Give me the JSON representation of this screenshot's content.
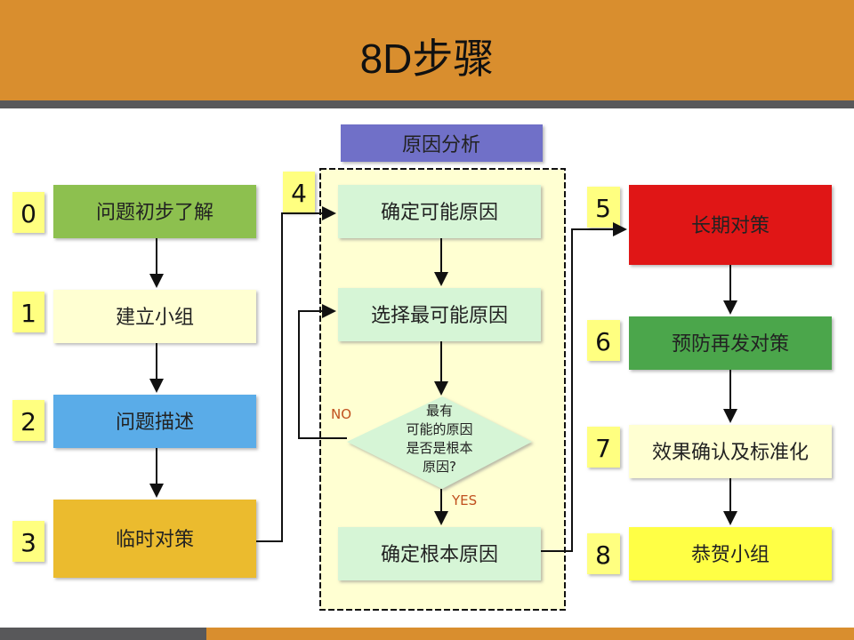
{
  "title": "8D步骤",
  "section_label": "原因分析",
  "steps": [
    {
      "num": "0",
      "label": "问题初步了解",
      "color": "#8DC04F"
    },
    {
      "num": "1",
      "label": "建立小组",
      "color": "#FFFFD2"
    },
    {
      "num": "2",
      "label": "问题描述",
      "color": "#5AACE8"
    },
    {
      "num": "3",
      "label": "临时对策",
      "color": "#EBBB2E"
    },
    {
      "num": "4"
    },
    {
      "num": "5",
      "label": "长期对策",
      "color": "#E01414"
    },
    {
      "num": "6",
      "label": "预防再发对策",
      "color": "#4CA64C"
    },
    {
      "num": "7",
      "label": "效果确认及标准化",
      "color": "#FFFFD2"
    },
    {
      "num": "8",
      "label": "恭贺小组",
      "color": "#FFFF44"
    }
  ],
  "analysis": {
    "box1": "确定可能原因",
    "box2": "选择最可能原因",
    "decision": [
      "最有",
      "可能的原因",
      "是否是根本",
      "原因?"
    ],
    "no_label": "NO",
    "yes_label": "YES",
    "box3": "确定根本原因"
  }
}
